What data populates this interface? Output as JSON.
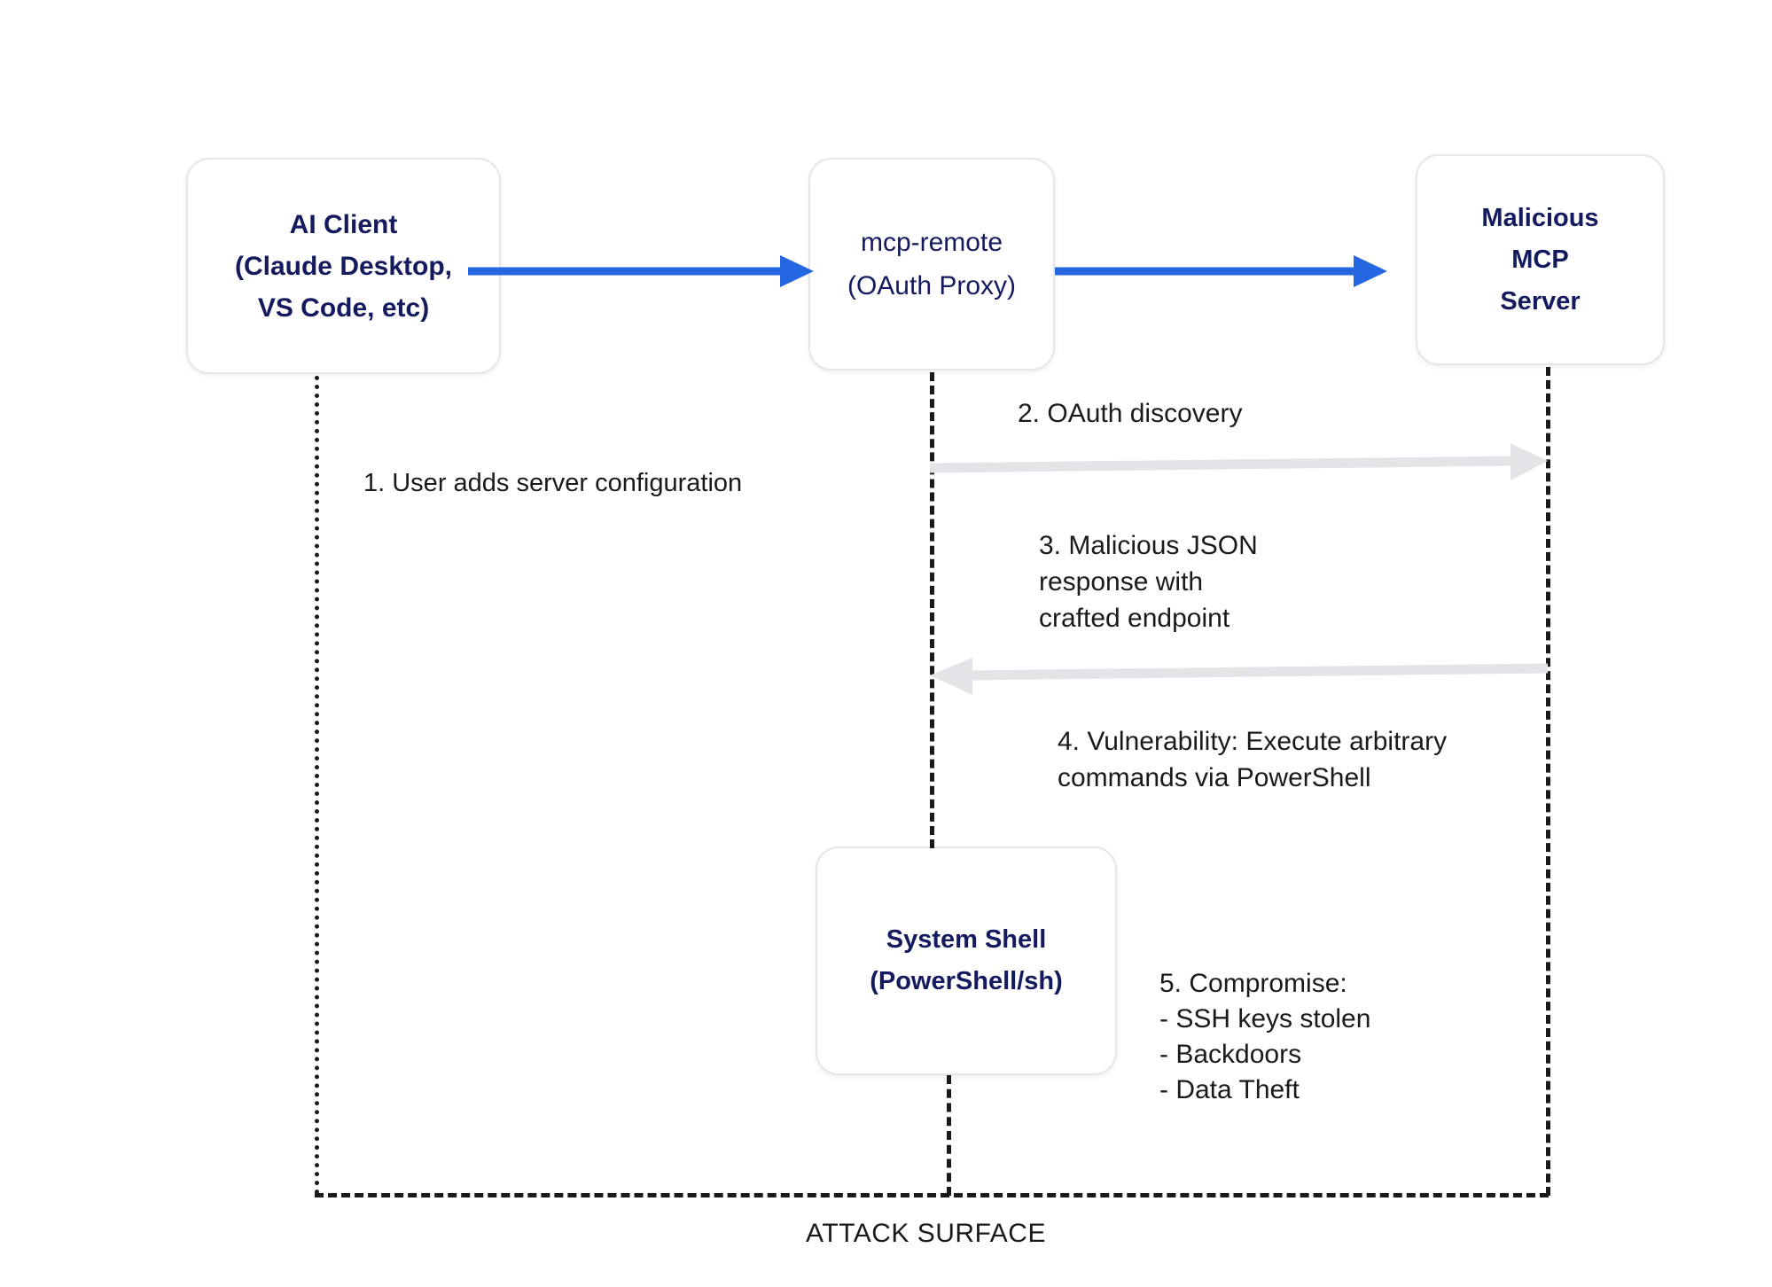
{
  "diagram": {
    "title": "ATTACK SURFACE",
    "colors": {
      "node_text": "#141a5e",
      "node_border": "#e6e6e6",
      "primary_arrow": "#2567e0",
      "secondary_arrow": "#e3e4e8",
      "lifeline": "#1a1a1a"
    },
    "nodes": {
      "ai_client": {
        "line1": "AI Client",
        "line2": "(Claude Desktop,",
        "line3": "VS Code, etc)"
      },
      "mcp_remote": {
        "line1": "mcp-remote",
        "line2": "(OAuth Proxy)"
      },
      "malicious_server": {
        "line1": "Malicious",
        "line2": "MCP",
        "line3": "Server"
      },
      "system_shell": {
        "line1": "System Shell",
        "line2": "(PowerShell/sh)"
      }
    },
    "steps": {
      "step1": "1. User adds server configuration",
      "step2": "2.  OAuth discovery",
      "step3": "3.  Malicious JSON\nresponse with\ncrafted endpoint",
      "step4": "4.  Vulnerability: Execute arbitrary\ncommands via PowerShell",
      "step5": "5. Compromise:\n- SSH keys stolen\n- Backdoors\n- Data Theft"
    },
    "attack_surface_label": "ATTACK SURFACE"
  }
}
